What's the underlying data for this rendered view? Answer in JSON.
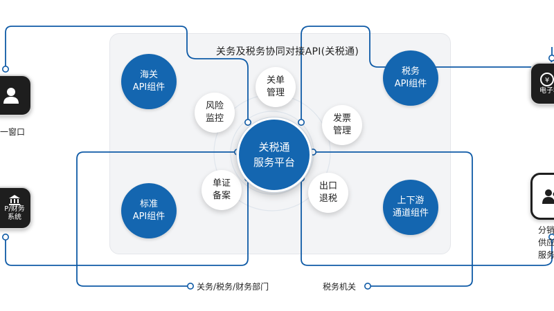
{
  "title": "关务及税务协同对接API(关税通)",
  "center": {
    "line1": "关税通",
    "line2": "服务平台"
  },
  "components": {
    "customs": {
      "line1": "海关",
      "line2": "API组件"
    },
    "tax": {
      "line1": "税务",
      "line2": "API组件"
    },
    "standard": {
      "line1": "标准",
      "line2": "API组件"
    },
    "channel": {
      "line1": "上下游",
      "line2": "通道组件"
    }
  },
  "functions": {
    "declaration": {
      "line1": "关单",
      "line2": "管理"
    },
    "risk": {
      "line1": "风险",
      "line2": "监控"
    },
    "invoice": {
      "line1": "发票",
      "line2": "管理"
    },
    "voucher": {
      "line1": "单证",
      "line2": "备案"
    },
    "export_refund": {
      "line1": "出口",
      "line2": "退税"
    }
  },
  "external": {
    "left_top_label": "一窗口",
    "left_bottom_line1": "P/财务",
    "left_bottom_line2": "系统",
    "right_top_label": "电子税",
    "right_bottom_line1": "分销",
    "right_bottom_line2": "供应",
    "right_bottom_line3": "服务"
  },
  "bottom": {
    "left_label": "关务/税务/财务部门",
    "right_label": "税务机关"
  },
  "colors": {
    "accent": "#1466b0",
    "line": "#0e5aa6",
    "panel": "#f3f4f6"
  },
  "icons": [
    "user-icon",
    "bank-icon",
    "tax-coin-icon",
    "group-user-icon"
  ]
}
